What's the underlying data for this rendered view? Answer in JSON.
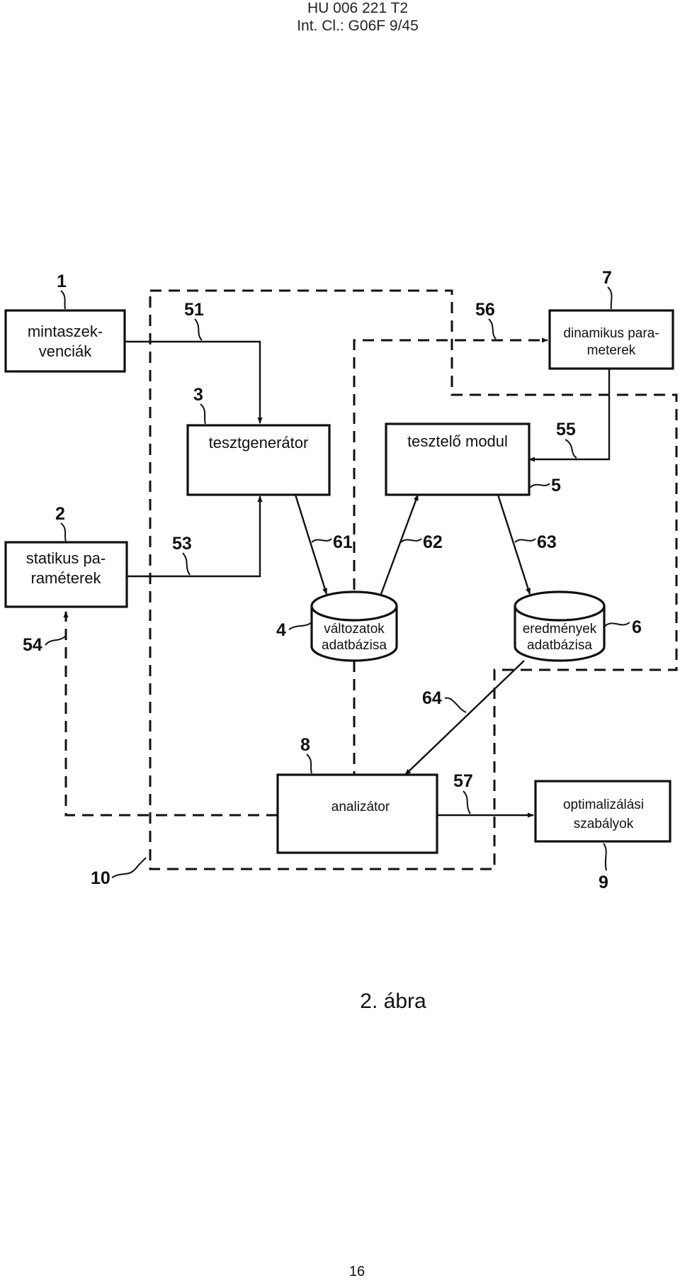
{
  "header": {
    "doc_number": "HU 006 221 T2",
    "classification": "Int. Cl.: G06F 9/45"
  },
  "blocks": {
    "b1": {
      "lines": [
        "mintaszek-",
        "venciák"
      ],
      "ref": "1"
    },
    "b2": {
      "lines": [
        "statikus pa-",
        "raméterek"
      ],
      "ref": "2"
    },
    "b3": {
      "lines": [
        "tesztgenerátor"
      ],
      "ref": "3"
    },
    "b4": {
      "lines": [
        "változatok",
        "adatbázisa"
      ],
      "ref": "4"
    },
    "b5": {
      "lines": [
        "tesztelő modul"
      ],
      "ref": "5"
    },
    "b6": {
      "lines": [
        "eredmények",
        "adatbázisa"
      ],
      "ref": "6"
    },
    "b7": {
      "lines": [
        "dinamikus para-",
        "meterek"
      ],
      "ref": "7"
    },
    "b8": {
      "lines": [
        "analizátor"
      ],
      "ref": "8"
    },
    "b9": {
      "lines": [
        "optimalizálási",
        "szabályok"
      ],
      "ref": "9"
    }
  },
  "connections": {
    "c51": "51",
    "c53": "53",
    "c54": "54",
    "c55": "55",
    "c56": "56",
    "c57": "57",
    "c61": "61",
    "c62": "62",
    "c63": "63",
    "c64": "64"
  },
  "region_ref": "10",
  "caption": "2. ábra",
  "page_number": "16"
}
